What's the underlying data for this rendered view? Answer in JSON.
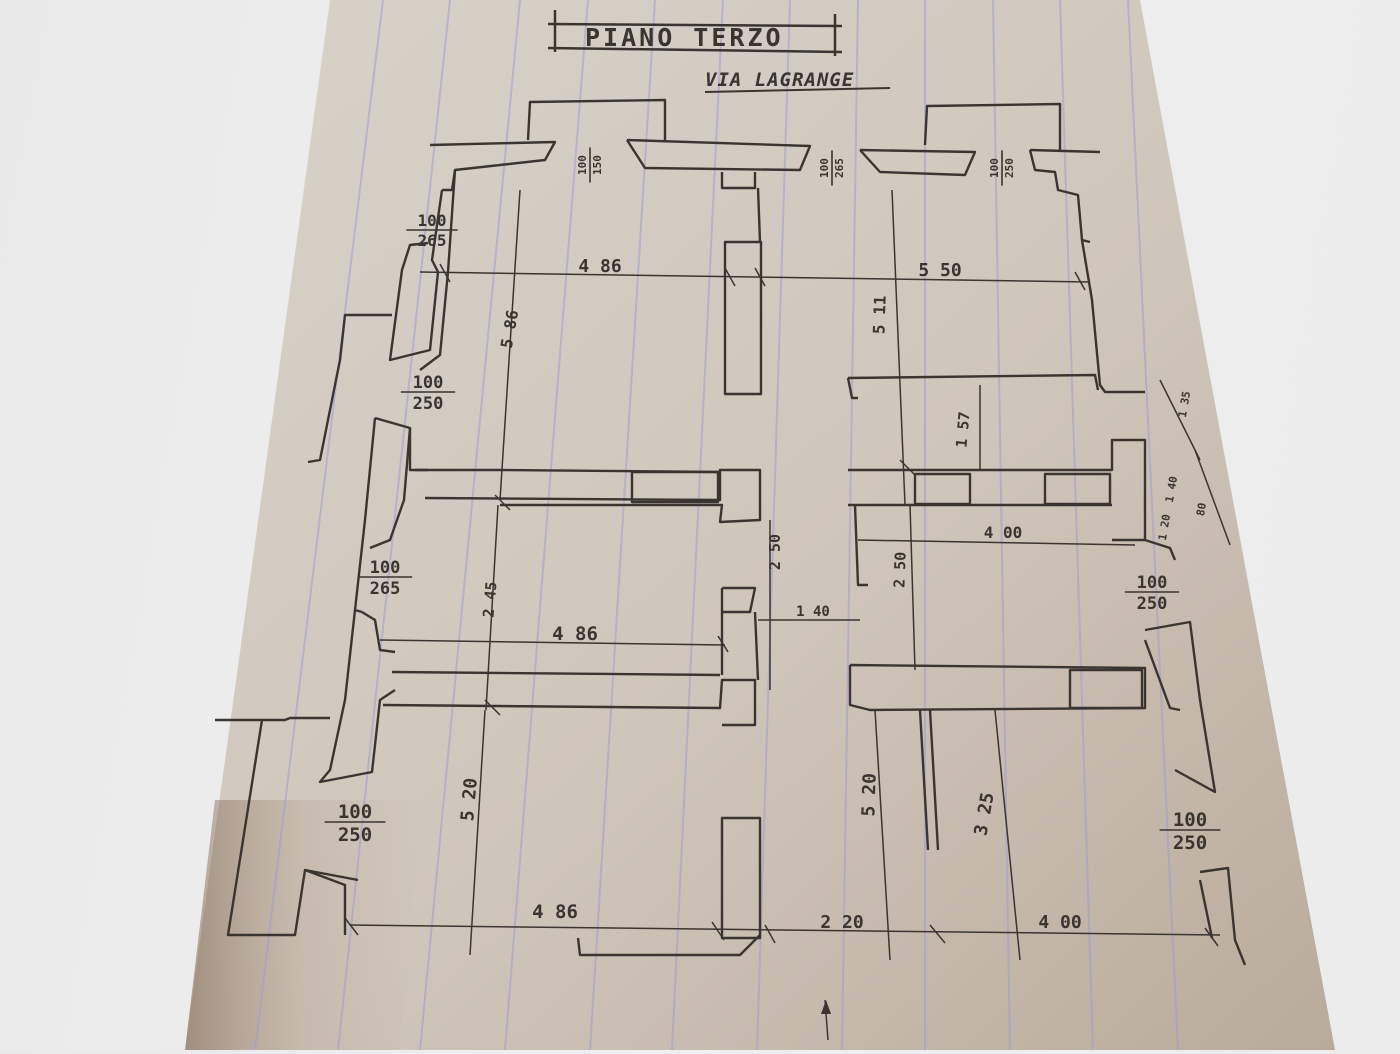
{
  "title": "PIANO TERZO",
  "street": "VIA LAGRANGE",
  "window_labels": [
    {
      "top": "100",
      "bottom": "150"
    },
    {
      "top": "100",
      "bottom": "265"
    },
    {
      "top": "100",
      "bottom": "250"
    },
    {
      "top": "100",
      "bottom": "265"
    },
    {
      "top": "100",
      "bottom": "250"
    },
    {
      "top": "100",
      "bottom": "265"
    },
    {
      "top": "100",
      "bottom": "250"
    },
    {
      "top": "100",
      "bottom": "250"
    },
    {
      "top": "100",
      "bottom": "250"
    }
  ],
  "dimensions": [
    "4 86",
    "5 50",
    "5 86",
    "5 11",
    "1 57",
    "2 45",
    "2 50",
    "4 86",
    "1 40",
    "2 50",
    "4 00",
    "5 20",
    "5 20",
    "3 25",
    "4 86",
    "2 20",
    "4 00",
    "1 35",
    "1 40",
    "80",
    "1 20"
  ],
  "colors": {
    "paper": "#cfc6bb",
    "ink": "#3a3530",
    "background": "#ececec",
    "ruled_line": "#9f9cd6"
  }
}
